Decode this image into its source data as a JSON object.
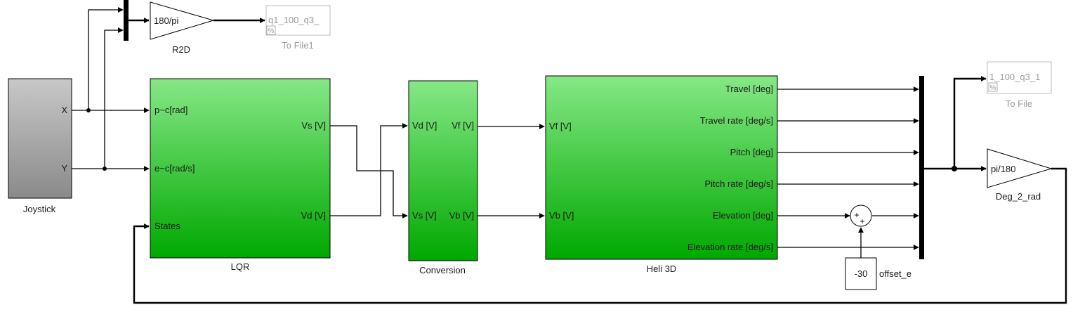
{
  "colors": {
    "subsystem_fill_top": "#86e886",
    "subsystem_fill_bottom": "#00a800",
    "joystick_fill_top": "#c8c8c8",
    "joystick_fill_bottom": "#8a8a8a",
    "dimmed": "#9a9a9a"
  },
  "blocks": {
    "joystick": {
      "name": "Joystick",
      "ports_out": [
        "X",
        "Y"
      ]
    },
    "lqr": {
      "name": "LQR",
      "ports_in": [
        "p~c[rad]",
        "e~c[rad/s]",
        "States"
      ],
      "ports_out": [
        "Vs [V]",
        "Vd [V]"
      ]
    },
    "conversion": {
      "name": "Conversion",
      "ports_in": [
        "Vd [V]",
        "Vs [V]"
      ],
      "ports_out": [
        "Vf [V]",
        "Vb [V]"
      ]
    },
    "heli3d": {
      "name": "Heli 3D",
      "ports_in": [
        "Vf [V]",
        "Vb [V]"
      ],
      "ports_out": [
        "Travel [deg]",
        "Travel rate [deg/s]",
        "Pitch [deg]",
        "Pitch rate [deg/s]",
        "Elevation [deg]",
        "Elevation rate [deg/s]"
      ]
    },
    "r2d": {
      "name": "R2D",
      "value": "180/pi"
    },
    "deg2rad": {
      "name": "Deg_2_rad",
      "value": "pi/180"
    },
    "to_file1": {
      "name": "To File1",
      "value": "q1_100_q3_"
    },
    "to_file": {
      "name": "To File",
      "value": "1_100_q3_1"
    },
    "offset": {
      "name": "offset_e",
      "value": "-30"
    },
    "sum": {
      "signs": [
        "+",
        "+"
      ]
    }
  }
}
